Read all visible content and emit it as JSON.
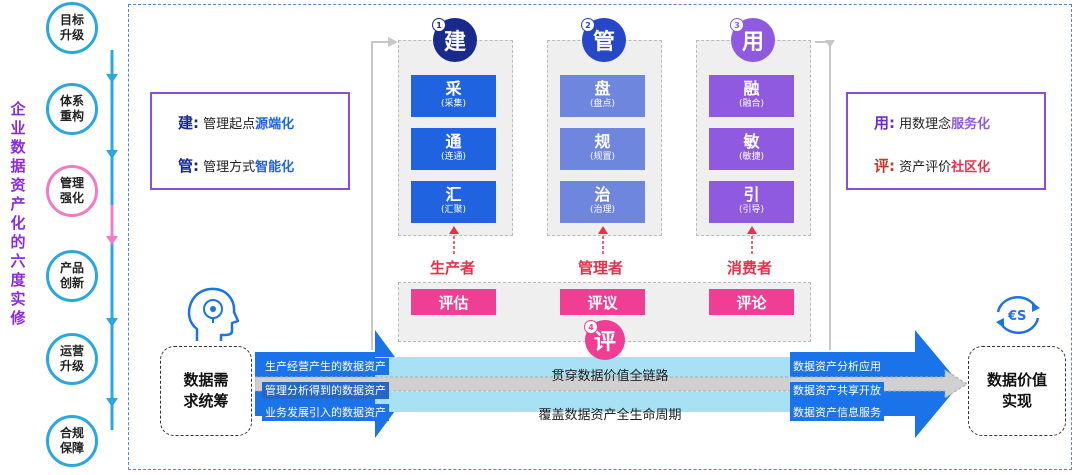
{
  "sidebar": {
    "title": "企业数据资产化的六度实修",
    "steps": [
      "目标\n升级",
      "体系\n重构",
      "管理\n强化",
      "产品\n创新",
      "运营\n升级",
      "合规\n保障"
    ]
  },
  "left_box": {
    "line1": {
      "key": "建:",
      "text": "管理起点",
      "highlight": "源端化"
    },
    "line2": {
      "key": "管:",
      "text": "管理方式",
      "highlight": "智能化"
    }
  },
  "right_box": {
    "line1": {
      "key": "用:",
      "text": "用数理念",
      "highlight": "服务化"
    },
    "line2": {
      "key": "评:",
      "text": "资产评价",
      "highlight": "社区化"
    }
  },
  "columns": [
    {
      "badge": "建",
      "num": "1",
      "role": "生产者",
      "tiles": [
        {
          "big": "采",
          "small": "(采集)"
        },
        {
          "big": "通",
          "small": "(连通)"
        },
        {
          "big": "汇",
          "small": "(汇聚)"
        }
      ],
      "eval": "评估"
    },
    {
      "badge": "管",
      "num": "2",
      "role": "管理者",
      "tiles": [
        {
          "big": "盘",
          "small": "(盘点)"
        },
        {
          "big": "规",
          "small": "(规置)"
        },
        {
          "big": "治",
          "small": "(治理)"
        }
      ],
      "eval": "评议"
    },
    {
      "badge": "用",
      "num": "3",
      "role": "消费者",
      "tiles": [
        {
          "big": "融",
          "small": "(融合)"
        },
        {
          "big": "敏",
          "small": "(敏捷)"
        },
        {
          "big": "引",
          "small": "(引导)"
        }
      ],
      "eval": "评论"
    }
  ],
  "eval_badge": {
    "label": "评",
    "num": "4"
  },
  "left_end": "数据需\n求统筹",
  "right_end": "数据价值\n实现",
  "inputs": [
    "生产经营产生的数据资产",
    "管理分析得到的数据资产",
    "业务发展引入的数据资产"
  ],
  "bands": [
    "贯穿数据价值全链路",
    "覆盖数据资产全生命周期"
  ],
  "outputs": [
    "数据资产分析应用",
    "数据资产共享开放",
    "数据资产信息服务"
  ],
  "colors": {
    "blue": "#1f63e0",
    "lavender": "#6f86de",
    "purple": "#8f5ae0",
    "pink": "#ef3e94",
    "navy": "#1a2a8c",
    "red_text": "#e8304a"
  },
  "icons": [
    "head-idea-icon",
    "euro-exchange-icon"
  ]
}
